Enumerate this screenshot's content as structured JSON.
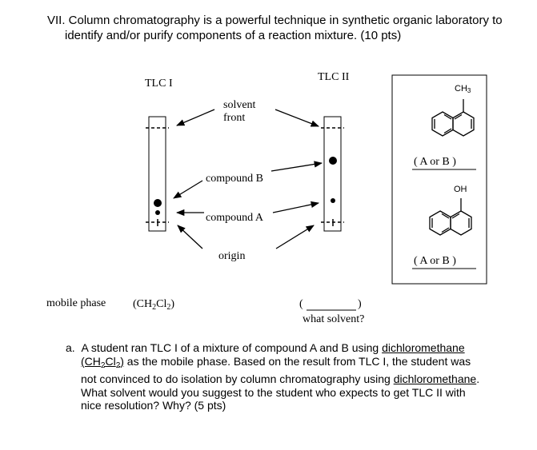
{
  "question": {
    "line1": "VII. Column chromatography is a powerful technique in synthetic organic laboratory to",
    "line2": "identify and/or purify components of a reaction mixture. (10 pts)"
  },
  "tlc1": {
    "label": "TLC I"
  },
  "tlc2": {
    "label": "TLC II"
  },
  "labels": {
    "solvent_front_1": "solvent",
    "solvent_front_2": "front",
    "compound_b": "compound B",
    "compound_a": "compound A",
    "origin": "origin",
    "mobile_phase": "mobile phase",
    "mobile_phase_tlc1_pre": "(CH",
    "mobile_phase_tlc1_sub1": "2",
    "mobile_phase_tlc1_mid": "Cl",
    "mobile_phase_tlc1_sub2": "2",
    "mobile_phase_tlc1_post": ")",
    "blank_open": "(",
    "blank_close": ")",
    "what_solvent": "what solvent?"
  },
  "structures": {
    "top_substituent": "CH",
    "top_substituent_sub": "3",
    "top_choice": "( A  or  B )",
    "bottom_substituent": "OH",
    "bottom_choice": "( A  or  B )"
  },
  "part_a": {
    "prefix": "a.",
    "t1": "A student ran TLC I of a mixture of compound A and B using ",
    "u1": "dichloromethane",
    "u2a": "(CH",
    "u2s1": "2",
    "u2b": "Cl",
    "u2s2": "2",
    "u2c": ")",
    "t2": " as the mobile phase. Based on the result from TLC I, the student was",
    "t3": "not convinced to do isolation by column chromatography using ",
    "u3": "dichloromethane",
    "t4": ".",
    "t5": "What solvent would you suggest to the student who expects to get TLC II with",
    "t6": "nice resolution? Why? (5 pts)"
  }
}
